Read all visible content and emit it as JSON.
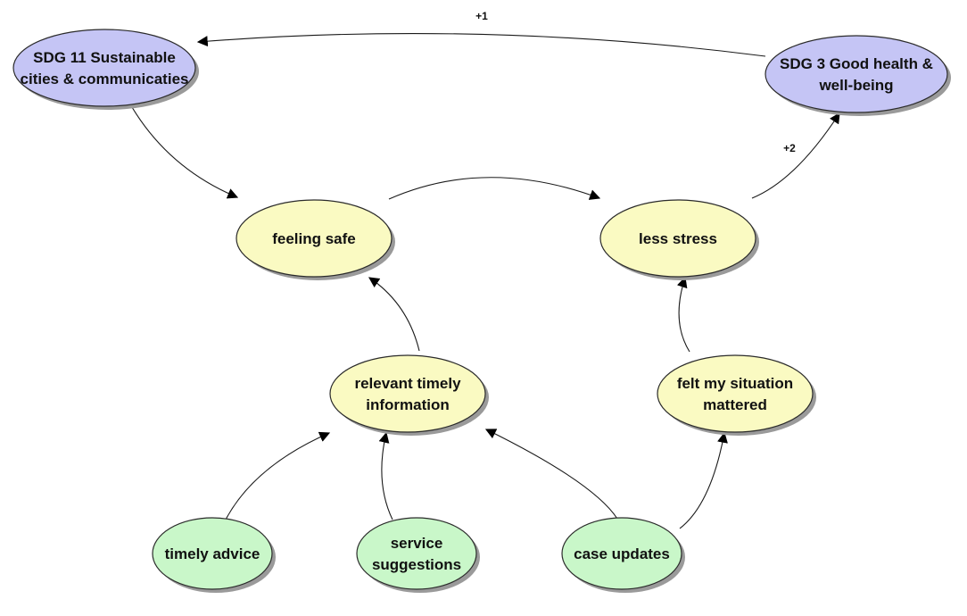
{
  "colors": {
    "goal_fill": "#c5c5f5",
    "outcome_fill": "#fafac2",
    "activity_fill": "#c9f7c9",
    "shadow": "#9a9a9a",
    "stroke": "#2b2b2b"
  },
  "nodes": {
    "sdg11": {
      "lines": [
        "SDG 11 Sustainable",
        "cities & communicaties"
      ],
      "kind": "goal"
    },
    "sdg3": {
      "lines": [
        "SDG 3 Good health &",
        "well-being"
      ],
      "kind": "goal"
    },
    "feeling_safe": {
      "lines": [
        "feeling safe"
      ],
      "kind": "outcome"
    },
    "less_stress": {
      "lines": [
        "less stress"
      ],
      "kind": "outcome"
    },
    "relevant_info": {
      "lines": [
        "relevant timely",
        "information"
      ],
      "kind": "outcome"
    },
    "felt_mattered": {
      "lines": [
        "felt my situation",
        "mattered"
      ],
      "kind": "outcome"
    },
    "timely_advice": {
      "lines": [
        "timely advice"
      ],
      "kind": "activity"
    },
    "service_suggestions": {
      "lines": [
        "service",
        "suggestions"
      ],
      "kind": "activity"
    },
    "case_updates": {
      "lines": [
        "case updates"
      ],
      "kind": "activity"
    }
  },
  "edges": [
    {
      "from": "sdg3",
      "to": "sdg11",
      "label": "+1"
    },
    {
      "from": "sdg11",
      "to": "feeling_safe",
      "label": ""
    },
    {
      "from": "feeling_safe",
      "to": "less_stress",
      "label": ""
    },
    {
      "from": "less_stress",
      "to": "sdg3",
      "label": "+2"
    },
    {
      "from": "relevant_info",
      "to": "feeling_safe",
      "label": ""
    },
    {
      "from": "felt_mattered",
      "to": "less_stress",
      "label": ""
    },
    {
      "from": "timely_advice",
      "to": "relevant_info",
      "label": ""
    },
    {
      "from": "service_suggestions",
      "to": "relevant_info",
      "label": ""
    },
    {
      "from": "case_updates",
      "to": "relevant_info",
      "label": ""
    },
    {
      "from": "case_updates",
      "to": "felt_mattered",
      "label": ""
    }
  ]
}
